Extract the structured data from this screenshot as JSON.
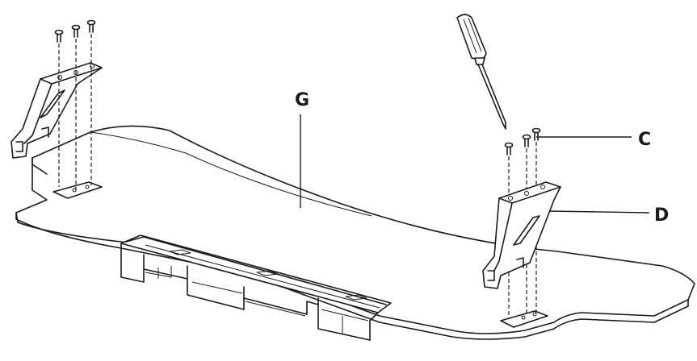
{
  "labels": {
    "g": "G",
    "c": "C",
    "d": "D"
  },
  "colors": {
    "ink": "#1a1a1a",
    "background": "#ffffff"
  },
  "parts": {
    "tool": "screwdriver-icon",
    "fasteners": "screw-icon",
    "bracket": "bracket-icon",
    "panel": "keyboard-tray-panel"
  }
}
